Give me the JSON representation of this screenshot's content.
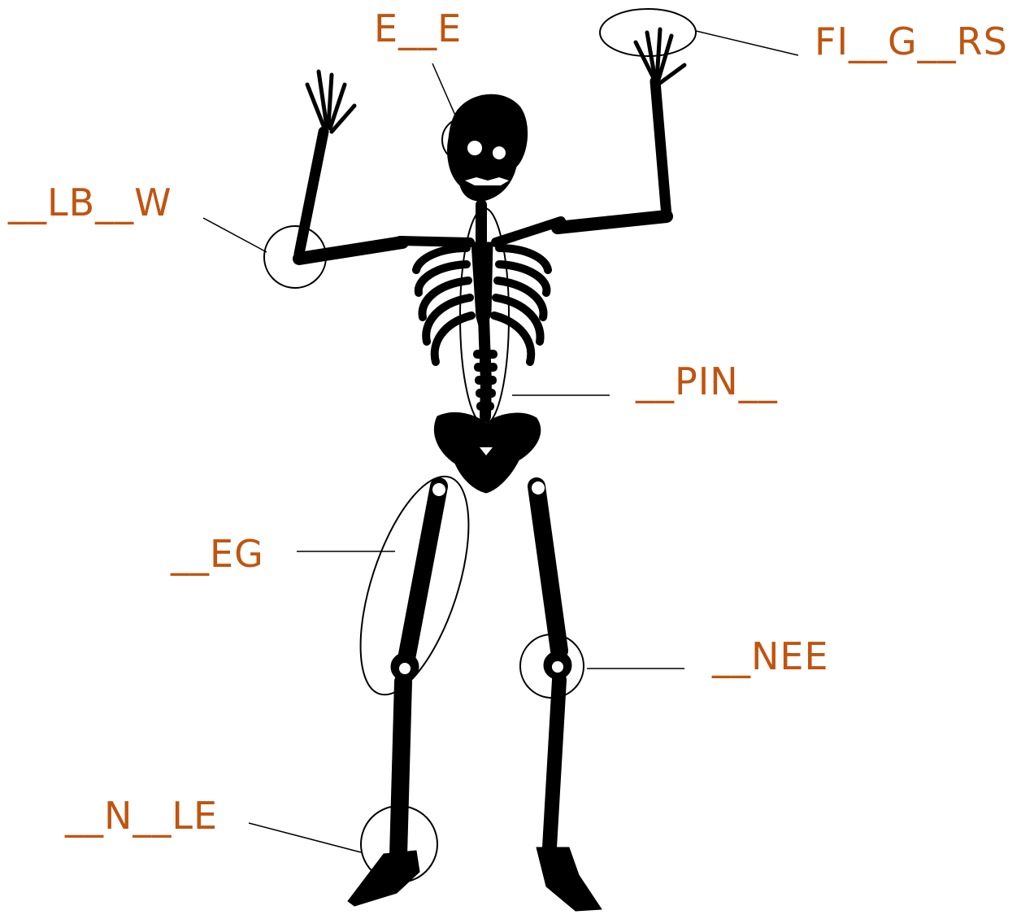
{
  "diagram": {
    "colors": {
      "label": "#c0550f",
      "bone": "#000000",
      "highlight": "#ffffff",
      "outline": "#000000"
    },
    "labels": {
      "eye": "E__E",
      "fingers": "FI__G__RS",
      "elbow": "__LB__W",
      "spine": "__PIN__",
      "leg": "__EG",
      "knee": "__NEE",
      "ankle": "__N__LE"
    }
  }
}
